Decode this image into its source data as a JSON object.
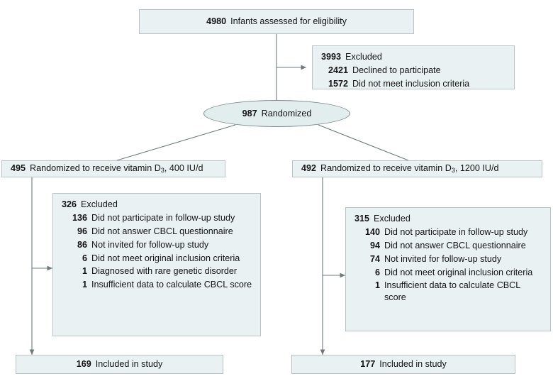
{
  "diagram": {
    "type": "consort-flow-diagram",
    "colors": {
      "box_fill": "#e9f1f2",
      "box_border": "#b9c2c4",
      "ellipse_fill": "#e2edee",
      "ellipse_border": "#7b8a8c",
      "connector": "#6e7b7d",
      "text": "#141414"
    },
    "enrollment": {
      "assessed": {
        "count": "4980",
        "label": "Infants assessed for eligibility"
      },
      "excluded": {
        "count": "3993",
        "label": "Excluded",
        "reasons": [
          {
            "count": "2421",
            "label": "Declined to participate"
          },
          {
            "count": "1572",
            "label": "Did not meet inclusion criteria"
          }
        ]
      },
      "randomized": {
        "count": "987",
        "label": "Randomized"
      }
    },
    "arms": [
      {
        "allocation": {
          "count": "495",
          "label_pre": "Randomized to receive vitamin D",
          "label_sub": "3",
          "label_post": ", 400 IU/d"
        },
        "excluded": {
          "count": "326",
          "label": "Excluded",
          "reasons": [
            {
              "count": "136",
              "label": "Did not participate in follow-up study"
            },
            {
              "count": "96",
              "label": "Did not answer CBCL questionnaire"
            },
            {
              "count": "86",
              "label": "Not invited for follow-up study"
            },
            {
              "count": "6",
              "label": "Did not meet original inclusion criteria"
            },
            {
              "count": "1",
              "label": "Diagnosed with rare genetic disorder"
            },
            {
              "count": "1",
              "label": "Insufficient data to calculate CBCL score"
            }
          ]
        },
        "included": {
          "count": "169",
          "label": "Included in study"
        }
      },
      {
        "allocation": {
          "count": "492",
          "label_pre": "Randomized to receive vitamin D",
          "label_sub": "3",
          "label_post": ", 1200 IU/d"
        },
        "excluded": {
          "count": "315",
          "label": "Excluded",
          "reasons": [
            {
              "count": "140",
              "label": "Did not participate in follow-up study"
            },
            {
              "count": "94",
              "label": "Did not answer CBCL questionnaire"
            },
            {
              "count": "74",
              "label": "Not invited for follow-up study"
            },
            {
              "count": "6",
              "label": "Did not meet original inclusion criteria"
            },
            {
              "count": "1",
              "label": "Insufficient data to calculate CBCL score"
            }
          ]
        },
        "included": {
          "count": "177",
          "label": "Included in study"
        }
      }
    ]
  }
}
